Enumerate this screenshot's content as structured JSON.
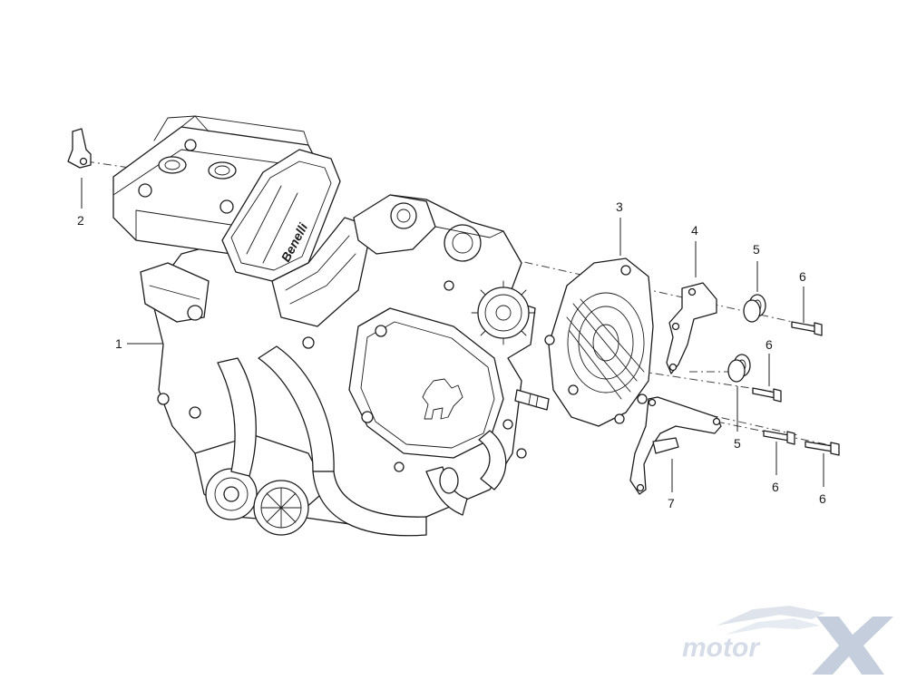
{
  "diagram": {
    "brand_text": "Benelli",
    "callouts": [
      {
        "id": "c1",
        "label": "1"
      },
      {
        "id": "c2",
        "label": "2"
      },
      {
        "id": "c3",
        "label": "3"
      },
      {
        "id": "c4",
        "label": "4"
      },
      {
        "id": "c5a",
        "label": "5"
      },
      {
        "id": "c5b",
        "label": "5"
      },
      {
        "id": "c6a",
        "label": "6"
      },
      {
        "id": "c6b",
        "label": "6"
      },
      {
        "id": "c6c",
        "label": "6"
      },
      {
        "id": "c6d",
        "label": "6"
      },
      {
        "id": "c7",
        "label": "7"
      }
    ]
  },
  "watermark": {
    "text": "motor",
    "colors": {
      "text": "#cfd6e3",
      "x_mark": "#bcc6d6"
    }
  },
  "colors": {
    "line": "#1c1c1c",
    "background": "#ffffff"
  }
}
